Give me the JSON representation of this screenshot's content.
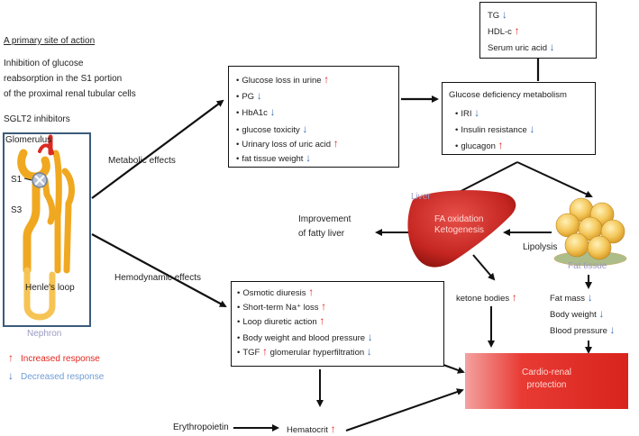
{
  "left": {
    "site_title": "A primary site of action",
    "inhibition_lines": [
      "Inhibition of glucose",
      "reabsorption in the S1 portion",
      "of the proximal renal tubular cells"
    ],
    "sglt2": "SGLT2 inhibitors",
    "glomerulus": "Glomerulus",
    "s1": "S1",
    "s3": "S3",
    "henle": "Henle's loop",
    "nephron": "Nephron"
  },
  "legend": {
    "increased": "Increased response",
    "decreased": "Decreased response",
    "increased_color": "#e2271f",
    "decreased_color": "#3d6fb6"
  },
  "labels": {
    "metabolic": "Metabolic effects",
    "hemodynamic": "Hemodynamic effects"
  },
  "metabolic_box": [
    {
      "text": "Glucose loss in urine",
      "dir": "up"
    },
    {
      "text": "PG",
      "dir": "down"
    },
    {
      "text": "HbA1c",
      "dir": "down"
    },
    {
      "text": "glucose toxicity",
      "dir": "down"
    },
    {
      "text": "Urinary loss of uric acid",
      "dir": "up"
    },
    {
      "text": "fat tissue weight",
      "dir": "down"
    }
  ],
  "lipid_box": [
    {
      "text": "TG",
      "dir": "down"
    },
    {
      "text": "HDL-c",
      "dir": "up"
    },
    {
      "text": "Serum uric acid",
      "dir": "down"
    }
  ],
  "glucose_box": {
    "title": "Glucose deficiency metabolism",
    "items": [
      {
        "text": "IRI",
        "dir": "down"
      },
      {
        "text": "Insulin resistance",
        "dir": "down"
      },
      {
        "text": "glucagon",
        "dir": "up"
      }
    ]
  },
  "liver": {
    "label": "Liver",
    "line1": "FA oxidation",
    "line2": "Ketogenesis",
    "improvement_lines": [
      "Improvement",
      "of fatty liver"
    ]
  },
  "fat": {
    "label": "Fat tissue",
    "lipolysis": "Lipolysis",
    "items": [
      {
        "text": "Fat mass",
        "dir": "down"
      },
      {
        "text": "Body weight",
        "dir": "down"
      },
      {
        "text": "Blood pressure",
        "dir": "down"
      }
    ]
  },
  "ketone": {
    "text": "ketone bodies",
    "dir": "up"
  },
  "hemo_box": [
    {
      "text": "Osmotic diuresis",
      "dir": "up"
    },
    {
      "text": "Short-term Na⁺ loss",
      "dir": "up"
    },
    {
      "text": "Loop diuretic action",
      "dir": "up"
    },
    {
      "text": "Body weight and blood pressure",
      "dir": "down"
    },
    {
      "text": "TGF",
      "dir": "up",
      "extra": "glomerular hyperfiltration",
      "extra_dir": "down"
    }
  ],
  "bottom": {
    "erythropoietin": "Erythropoietin",
    "hematocrit": "Hematocrit",
    "hematocrit_dir": "up",
    "cardio_line1": "Cardio-renal",
    "cardio_line2": "protection"
  }
}
